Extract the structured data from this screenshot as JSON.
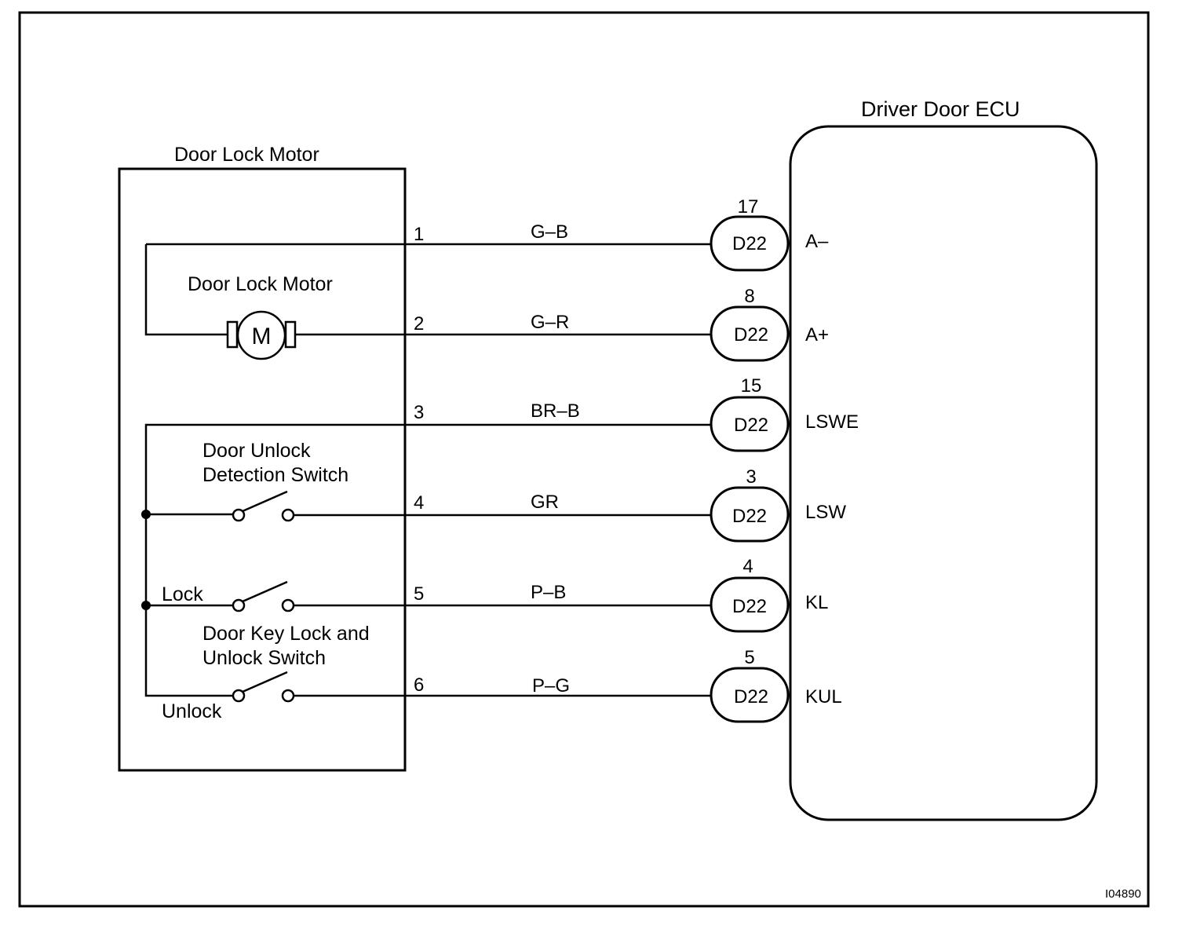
{
  "figure_id": "I04890",
  "motor_box": {
    "title": "Door Lock Motor",
    "motor_label": "Door Lock Motor",
    "motor_symbol": "M",
    "unlock_switch_label_line1": "Door Unlock",
    "unlock_switch_label_line2": "Detection Switch",
    "lock_label": "Lock",
    "key_switch_label_line1": "Door Key Lock and",
    "key_switch_label_line2": "Unlock Switch",
    "unlock_label": "Unlock"
  },
  "ecu": {
    "title": "Driver Door ECU"
  },
  "wires": [
    {
      "motor_pin": "1",
      "color": "G–B",
      "connector": "D22",
      "ecu_pin": "17",
      "ecu_terminal": "A–"
    },
    {
      "motor_pin": "2",
      "color": "G–R",
      "connector": "D22",
      "ecu_pin": "8",
      "ecu_terminal": "A+"
    },
    {
      "motor_pin": "3",
      "color": "BR–B",
      "connector": "D22",
      "ecu_pin": "15",
      "ecu_terminal": "LSWE"
    },
    {
      "motor_pin": "4",
      "color": "GR",
      "connector": "D22",
      "ecu_pin": "3",
      "ecu_terminal": "LSW"
    },
    {
      "motor_pin": "5",
      "color": "P–B",
      "connector": "D22",
      "ecu_pin": "4",
      "ecu_terminal": "KL"
    },
    {
      "motor_pin": "6",
      "color": "P–G",
      "connector": "D22",
      "ecu_pin": "5",
      "ecu_terminal": "KUL"
    }
  ]
}
